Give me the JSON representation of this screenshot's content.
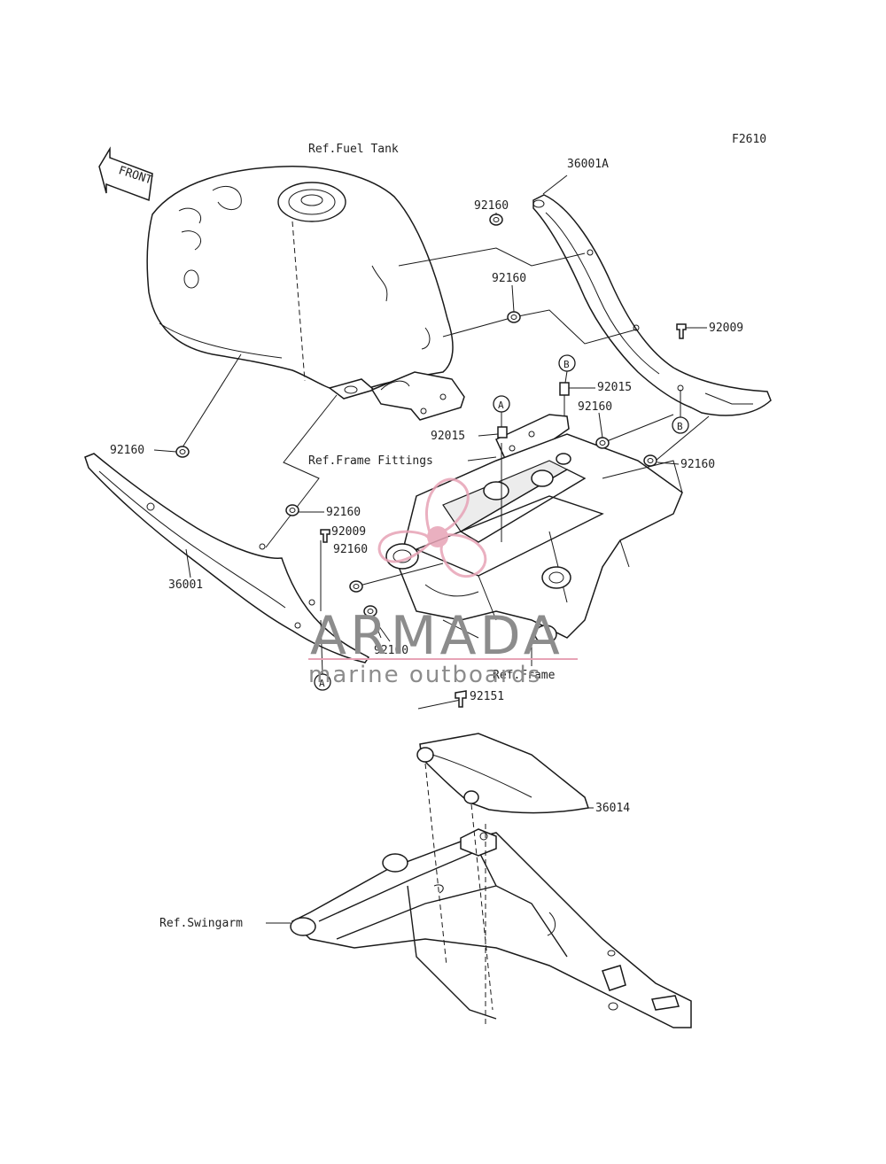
{
  "figure_code": "F2610",
  "orientation_label": "FRONT",
  "references": {
    "fuel_tank": "Ref.Fuel Tank",
    "frame_fittings": "Ref.Frame Fittings",
    "frame": "Ref.Frame",
    "swingarm": "Ref.Swingarm"
  },
  "part_numbers": {
    "p36001A": "36001A",
    "p36001": "36001",
    "p36014": "36014",
    "p92160": "92160",
    "p92009": "92009",
    "p92015": "92015",
    "p92151": "92151"
  },
  "connectors": {
    "a": "A",
    "b": "B"
  },
  "watermark": {
    "brand": "ARMADA",
    "tagline": "marine outboards",
    "colors": {
      "logo": "#e7a3b6",
      "text": "#8c8c8c"
    }
  }
}
